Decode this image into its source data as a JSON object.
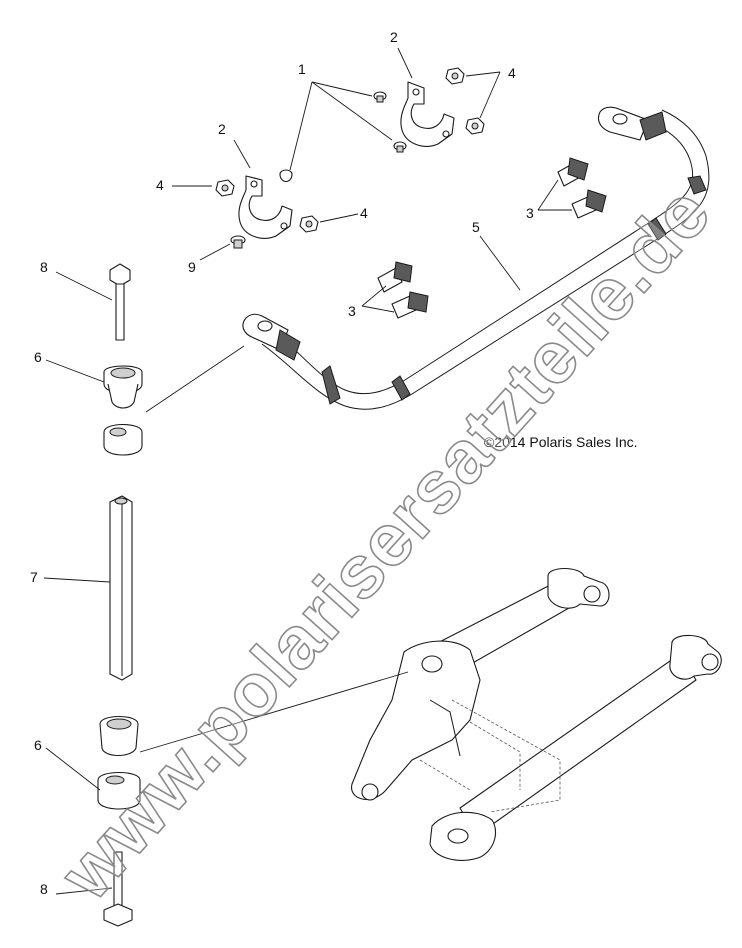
{
  "copyright": "©2014 Polaris Sales Inc.",
  "watermark": "www.polarisersatzteile.de",
  "callouts": {
    "c1": "1",
    "c2a": "2",
    "c2b": "2",
    "c3a": "3",
    "c3b": "3",
    "c4a": "4",
    "c4b": "4",
    "c4c": "4",
    "c5": "5",
    "c6a": "6",
    "c6b": "6",
    "c7": "7",
    "c8a": "8",
    "c8b": "8",
    "c9": "9"
  },
  "parts": [
    {
      "callout": "1",
      "icon": "rivet-icon"
    },
    {
      "callout": "2",
      "icon": "bracket-clamp-icon"
    },
    {
      "callout": "3",
      "icon": "bushing-split-icon"
    },
    {
      "callout": "4",
      "icon": "nut-icon"
    },
    {
      "callout": "5",
      "icon": "stabilizer-bar-icon"
    },
    {
      "callout": "6",
      "icon": "rubber-bushing-icon"
    },
    {
      "callout": "7",
      "icon": "link-rod-icon"
    },
    {
      "callout": "8",
      "icon": "bolt-icon"
    },
    {
      "callout": "9",
      "icon": "screw-icon"
    }
  ]
}
